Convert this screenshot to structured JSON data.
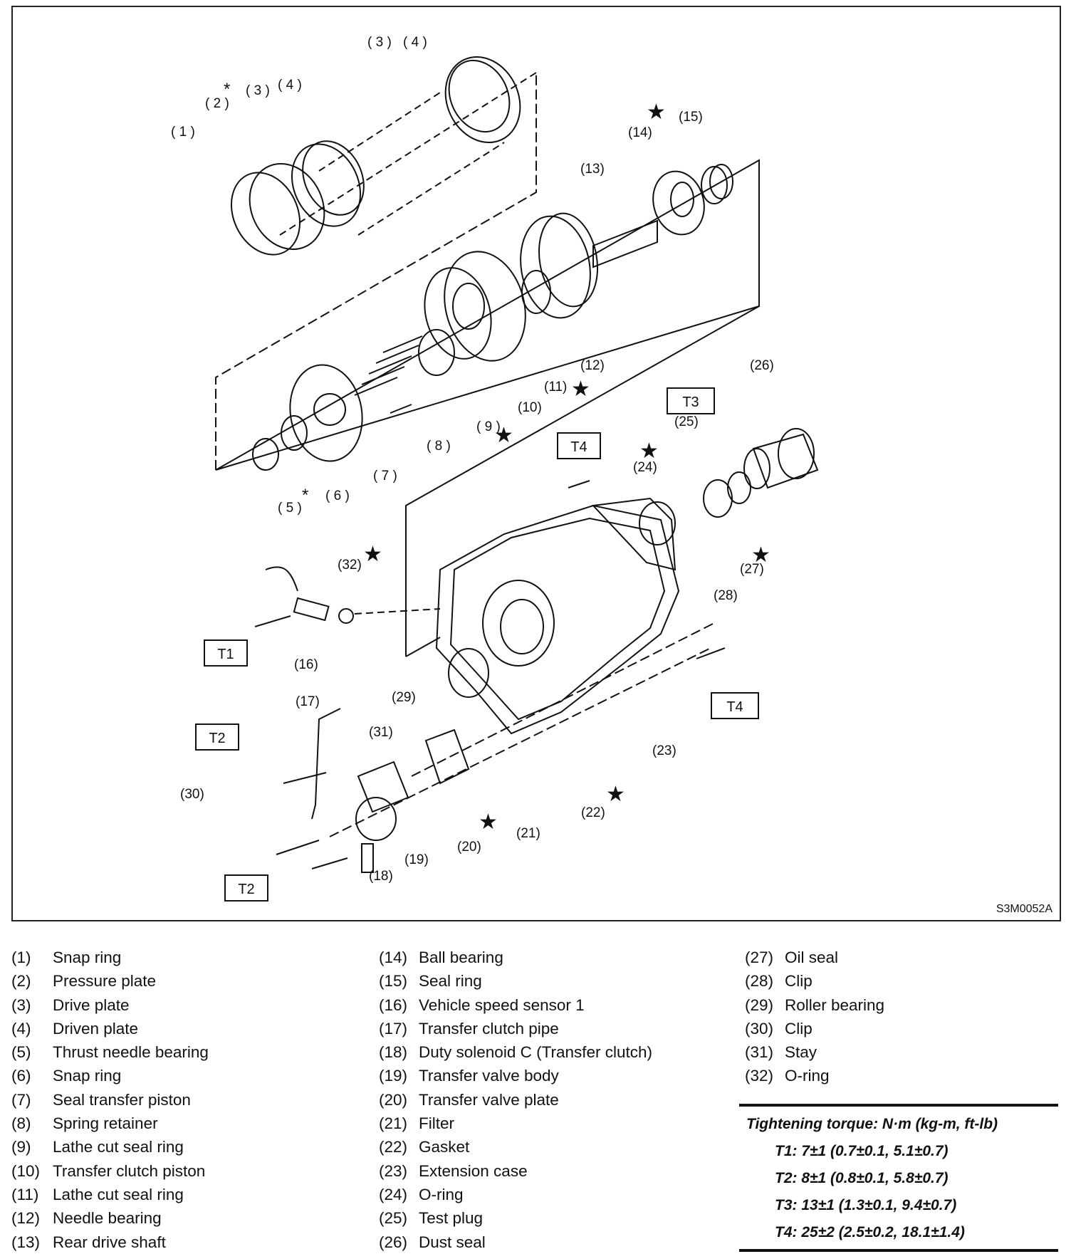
{
  "figure": {
    "code": "S3M0052A",
    "callouts": [
      {
        "id": "c1",
        "text": "( 1 )"
      },
      {
        "id": "c2",
        "text": "( 2 )"
      },
      {
        "id": "c3a",
        "text": "( 3 )"
      },
      {
        "id": "c4a",
        "text": "( 4 )"
      },
      {
        "id": "c3b",
        "text": "( 3 )"
      },
      {
        "id": "c4b",
        "text": "( 4 )"
      },
      {
        "id": "c5",
        "text": "( 5 )"
      },
      {
        "id": "c6",
        "text": "( 6 )"
      },
      {
        "id": "c7",
        "text": "( 7 )"
      },
      {
        "id": "c8",
        "text": "( 8 )"
      },
      {
        "id": "c9",
        "text": "( 9 )"
      },
      {
        "id": "c10",
        "text": "(10)"
      },
      {
        "id": "c11",
        "text": "(11)"
      },
      {
        "id": "c12",
        "text": "(12)"
      },
      {
        "id": "c13",
        "text": "(13)"
      },
      {
        "id": "c14",
        "text": "(14)"
      },
      {
        "id": "c15",
        "text": "(15)"
      },
      {
        "id": "c16",
        "text": "(16)"
      },
      {
        "id": "c17",
        "text": "(17)"
      },
      {
        "id": "c18",
        "text": "(18)"
      },
      {
        "id": "c19",
        "text": "(19)"
      },
      {
        "id": "c20",
        "text": "(20)"
      },
      {
        "id": "c21",
        "text": "(21)"
      },
      {
        "id": "c22",
        "text": "(22)"
      },
      {
        "id": "c23",
        "text": "(23)"
      },
      {
        "id": "c24",
        "text": "(24)"
      },
      {
        "id": "c25",
        "text": "(25)"
      },
      {
        "id": "c26",
        "text": "(26)"
      },
      {
        "id": "c27",
        "text": "(27)"
      },
      {
        "id": "c28",
        "text": "(28)"
      },
      {
        "id": "c29",
        "text": "(29)"
      },
      {
        "id": "c30",
        "text": "(30)"
      },
      {
        "id": "c31",
        "text": "(31)"
      },
      {
        "id": "c32",
        "text": "(32)"
      }
    ],
    "torque_tags": [
      {
        "id": "t1",
        "text": "T1"
      },
      {
        "id": "t2a",
        "text": "T2"
      },
      {
        "id": "t2b",
        "text": "T2"
      },
      {
        "id": "t3",
        "text": "T3"
      },
      {
        "id": "t4a",
        "text": "T4"
      },
      {
        "id": "t4b",
        "text": "T4"
      }
    ],
    "star_symbol": "★",
    "asterisk_symbol": "*"
  },
  "legend": {
    "col1": [
      {
        "num": "(1)",
        "name": "Snap ring"
      },
      {
        "num": "(2)",
        "name": "Pressure plate"
      },
      {
        "num": "(3)",
        "name": "Drive plate"
      },
      {
        "num": "(4)",
        "name": "Driven plate"
      },
      {
        "num": "(5)",
        "name": "Thrust needle bearing"
      },
      {
        "num": "(6)",
        "name": "Snap ring"
      },
      {
        "num": "(7)",
        "name": "Seal transfer piston"
      },
      {
        "num": "(8)",
        "name": "Spring retainer"
      },
      {
        "num": "(9)",
        "name": "Lathe cut seal ring"
      },
      {
        "num": "(10)",
        "name": "Transfer clutch piston"
      },
      {
        "num": "(11)",
        "name": "Lathe cut seal ring"
      },
      {
        "num": "(12)",
        "name": "Needle bearing"
      },
      {
        "num": "(13)",
        "name": "Rear drive shaft"
      }
    ],
    "col2": [
      {
        "num": "(14)",
        "name": "Ball bearing"
      },
      {
        "num": "(15)",
        "name": "Seal ring"
      },
      {
        "num": "(16)",
        "name": "Vehicle speed sensor 1"
      },
      {
        "num": "(17)",
        "name": "Transfer clutch pipe"
      },
      {
        "num": "(18)",
        "name": "Duty solenoid C (Transfer clutch)"
      },
      {
        "num": "(19)",
        "name": "Transfer valve body"
      },
      {
        "num": "(20)",
        "name": "Transfer valve plate"
      },
      {
        "num": "(21)",
        "name": "Filter"
      },
      {
        "num": "(22)",
        "name": "Gasket"
      },
      {
        "num": "(23)",
        "name": "Extension case"
      },
      {
        "num": "(24)",
        "name": "O-ring"
      },
      {
        "num": "(25)",
        "name": "Test plug"
      },
      {
        "num": "(26)",
        "name": "Dust seal"
      }
    ],
    "col3": [
      {
        "num": "(27)",
        "name": "Oil seal"
      },
      {
        "num": "(28)",
        "name": "Clip"
      },
      {
        "num": "(29)",
        "name": "Roller bearing"
      },
      {
        "num": "(30)",
        "name": "Clip"
      },
      {
        "num": "(31)",
        "name": "Stay"
      },
      {
        "num": "(32)",
        "name": "O-ring"
      }
    ]
  },
  "torque": {
    "heading": "Tightening torque: N·m (kg-m, ft-lb)",
    "values": [
      "T1: 7±1 (0.7±0.1, 5.1±0.7)",
      "T2: 8±1 (0.8±0.1, 5.8±0.7)",
      "T3: 13±1 (1.3±0.1, 9.4±0.7)",
      "T4: 25±2 (2.5±0.2, 18.1±1.4)"
    ]
  }
}
